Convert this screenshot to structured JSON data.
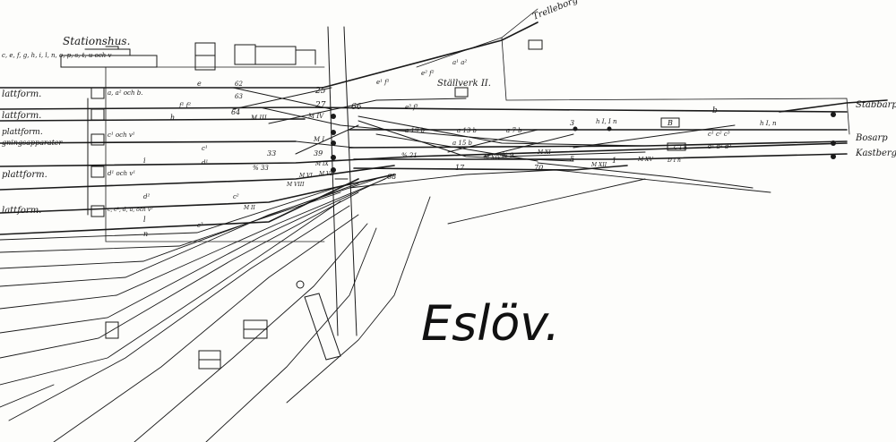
{
  "diagram": {
    "title": "Eslöv.",
    "colors": {
      "ink": "#1a1a1a",
      "paper": "#fdfdfb"
    },
    "top_labels": {
      "station_house": "Stationshus.",
      "signal_box": "Ställverk II.",
      "trelleborg": "Trelleborg"
    },
    "left_group_code": "c, e, f, g, h, i, l, n, o, p, s, t, u och v",
    "platforms": [
      "lattform.",
      "lattform.",
      "plattform.",
      "gningsapparater",
      "plattform.",
      "lattform."
    ],
    "right_destinations": [
      "Stabbarp",
      "Bosarp",
      "Kastberg"
    ],
    "signal_labels": {
      "s1": "e",
      "s2": "a, a² och b.",
      "s3": "f¹ f²",
      "s4": "h",
      "s5": "c¹ och v¹",
      "s6": "c¹",
      "s7": "i",
      "s8": "d¹",
      "s9": "d¹ och v¹",
      "s10": "d²",
      "s11": "c, c², d, u, och v²",
      "s12": "l",
      "s13": "n",
      "s14": "c²",
      "s15": "c³",
      "s16": "e¹ f¹",
      "s17": "e² f²",
      "s18": "a¹ a²",
      "s19": "e³ f³",
      "s20": "a 19 b",
      "s21": "a 13 b",
      "s22": "a 7 b",
      "s23": "a 15 b",
      "s24": "h I, I n",
      "s25": "b",
      "s26": "h I, n",
      "s27": "B",
      "s28": "c¹ c² c³",
      "s29": "d¹ d² d³",
      "s30": "C I n",
      "s31": "D I n"
    },
    "numbers": {
      "n25": "25",
      "n27": "27",
      "n64": "64",
      "n66": "66",
      "n39": "39",
      "n33": "33",
      "n17": "17",
      "n68": "68",
      "n70": "70",
      "n1": "1",
      "n3": "3",
      "n5": "5",
      "n62": "62",
      "n63": "63"
    },
    "marks": {
      "m1": "M III",
      "m2": "M IV",
      "m3": "M II",
      "m4": "M I",
      "m5": "M IX",
      "m6": "M VI",
      "m7": "M VIII",
      "m8": "M VII",
      "m9": "M XV",
      "m10": "M XIV",
      "m11": "M XI",
      "m12": "M XII"
    },
    "fractions": {
      "f1": "% 21",
      "f2": "% 9",
      "f3": "% 33"
    }
  }
}
